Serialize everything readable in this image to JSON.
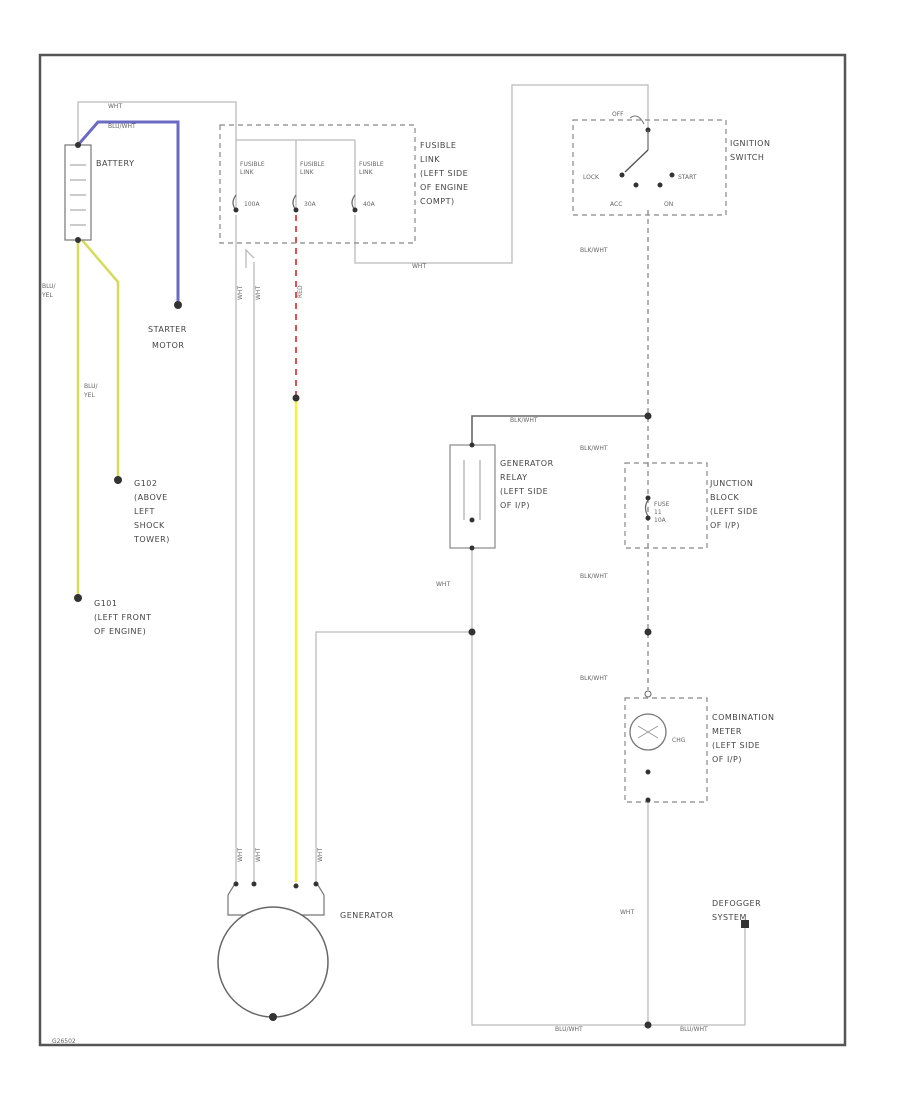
{
  "diagram": {
    "battery": "BATTERY",
    "starter_motor": [
      "STARTER",
      "MOTOR"
    ],
    "fusible_link_box": [
      "FUSIBLE",
      "LINK",
      "(LEFT SIDE",
      "OF ENGINE",
      "COMPT)"
    ],
    "fusible_link_label": [
      "FUSIBLE",
      "LINK"
    ],
    "fl_ratings": [
      "100A",
      "30A",
      "40A"
    ],
    "ignition_switch": [
      "IGNITION",
      "SWITCH"
    ],
    "ign_positions": {
      "lock": "LOCK",
      "acc": "ACC",
      "on": "ON",
      "start": "START",
      "off": "OFF"
    },
    "generator_relay": [
      "GENERATOR",
      "RELAY",
      "(LEFT SIDE",
      "OF I/P)"
    ],
    "junction_block": [
      "JUNCTION",
      "BLOCK",
      "(LEFT SIDE",
      "OF I/P)"
    ],
    "fuse": [
      "FUSE",
      "11",
      "10A"
    ],
    "combination_meter": [
      "COMBINATION",
      "METER",
      "(LEFT SIDE",
      "OF I/P)"
    ],
    "chg": "CHG",
    "generator": "GENERATOR",
    "defogger": [
      "DEFOGGER",
      "SYSTEM"
    ],
    "ground_g102": [
      "G102",
      "(ABOVE",
      "LEFT",
      "SHOCK",
      "TOWER)"
    ],
    "ground_g101": [
      "G101",
      "(LEFT FRONT",
      "OF ENGINE)"
    ],
    "wire_colors": {
      "wht": "WHT",
      "blu_yel": [
        "BLU/",
        "YEL"
      ],
      "blk_wht": "BLK/WHT",
      "red": "RED",
      "blu_wht": "BLU/WHT"
    },
    "diagram_id": "G26502",
    "colors": {
      "blue_wire": "#6b6bc4",
      "yellow_wire": "#d6dc5a",
      "yellow_gen_wire": "#f2f23a",
      "red_wire": "#e05050",
      "frame": "#555555"
    }
  }
}
